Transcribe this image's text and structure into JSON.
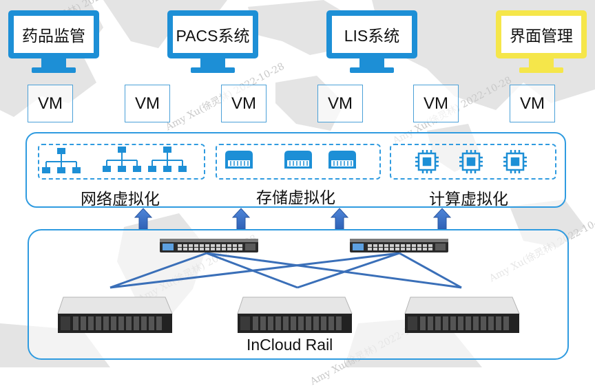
{
  "apps": [
    {
      "label": "药品监管"
    },
    {
      "label": "PACS系统"
    },
    {
      "label": "LIS系统"
    },
    {
      "label": "界面管理"
    }
  ],
  "vms": [
    "VM",
    "VM",
    "VM",
    "VM",
    "VM",
    "VM"
  ],
  "virtualization": {
    "network_label": "网络虚拟化",
    "storage_label": "存储虚拟化",
    "compute_label": "计算虚拟化"
  },
  "rail_label": "InCloud Rail",
  "colors": {
    "blue": "#1d8fd6",
    "yellow": "#f5e64a",
    "panel_border": "#2f9be0",
    "cable": "#3a6fb8"
  },
  "watermark": "Amy Xu(徐灵林) 2022-10-28"
}
